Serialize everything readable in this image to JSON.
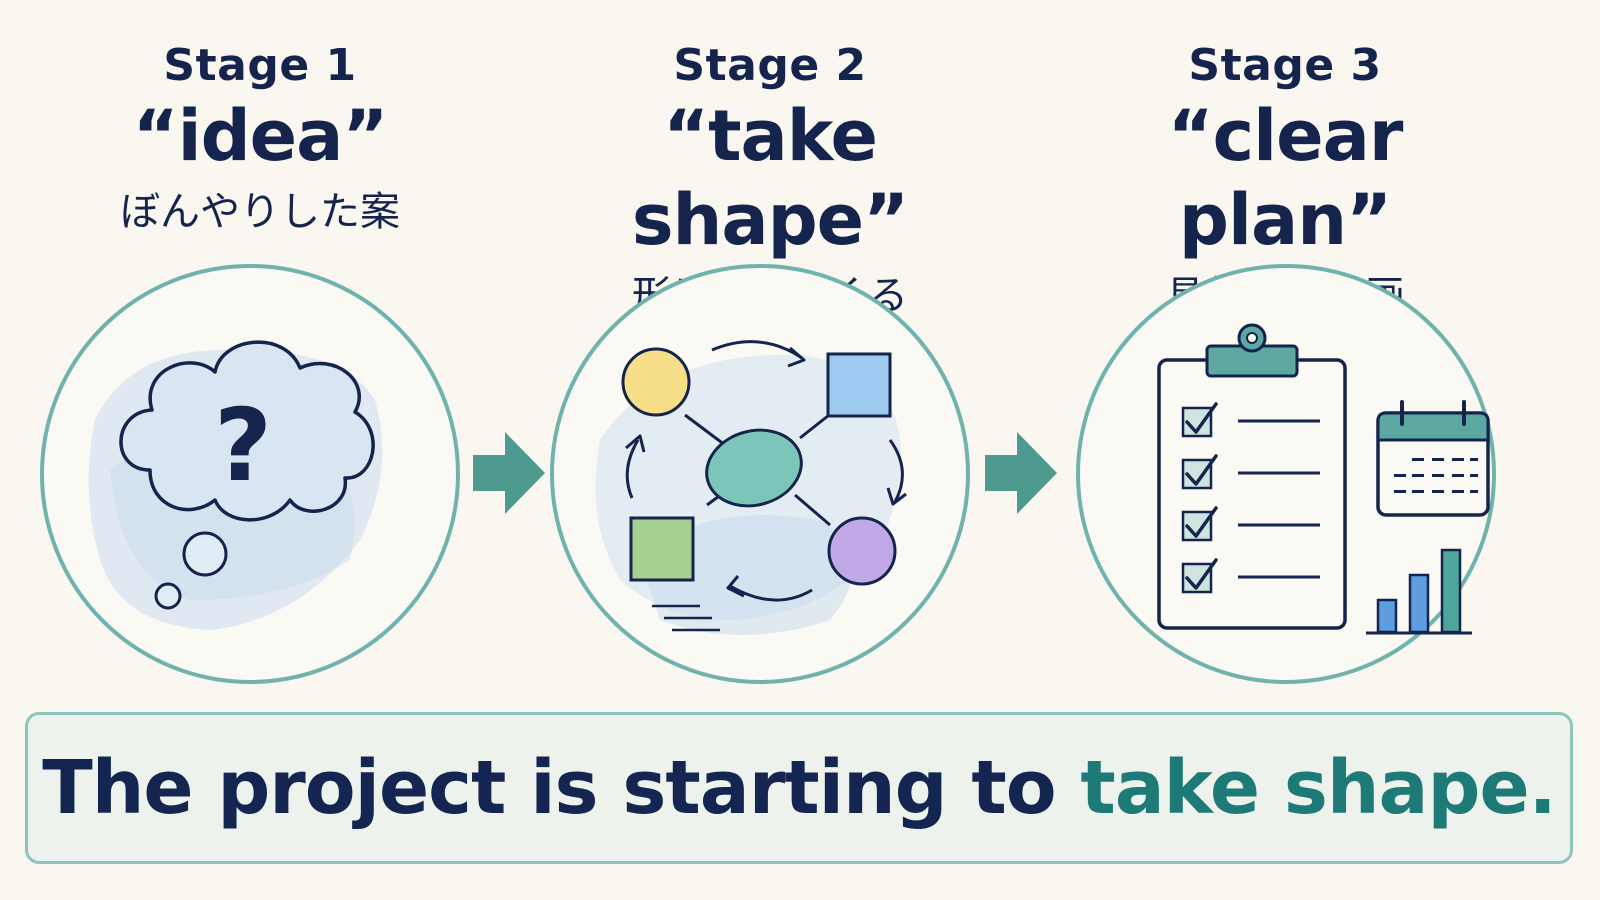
{
  "stages": [
    {
      "label": "Stage 1",
      "quote": "“idea”",
      "japanese": "ぼんやりした案"
    },
    {
      "label": "Stage 2",
      "quote": "“take shape”",
      "japanese": "形になってくる"
    },
    {
      "label": "Stage 3",
      "quote": "“clear plan”",
      "japanese": "具体的な計画"
    }
  ],
  "banner": {
    "text_before": "The project is starting to ",
    "highlight": "take shape.",
    "highlight_color": "#1d7a76"
  },
  "colors": {
    "navy": "#15244d",
    "teal": "#5da8a2",
    "arrow": "#4f9a8e",
    "background": "#faf7f1"
  },
  "icons": {
    "stage1": "thought-cloud-question-icon",
    "stage2": "connected-shapes-cycle-icon",
    "stage3": "clipboard-checklist-calendar-chart-icon",
    "connector": "right-arrow-icon"
  }
}
